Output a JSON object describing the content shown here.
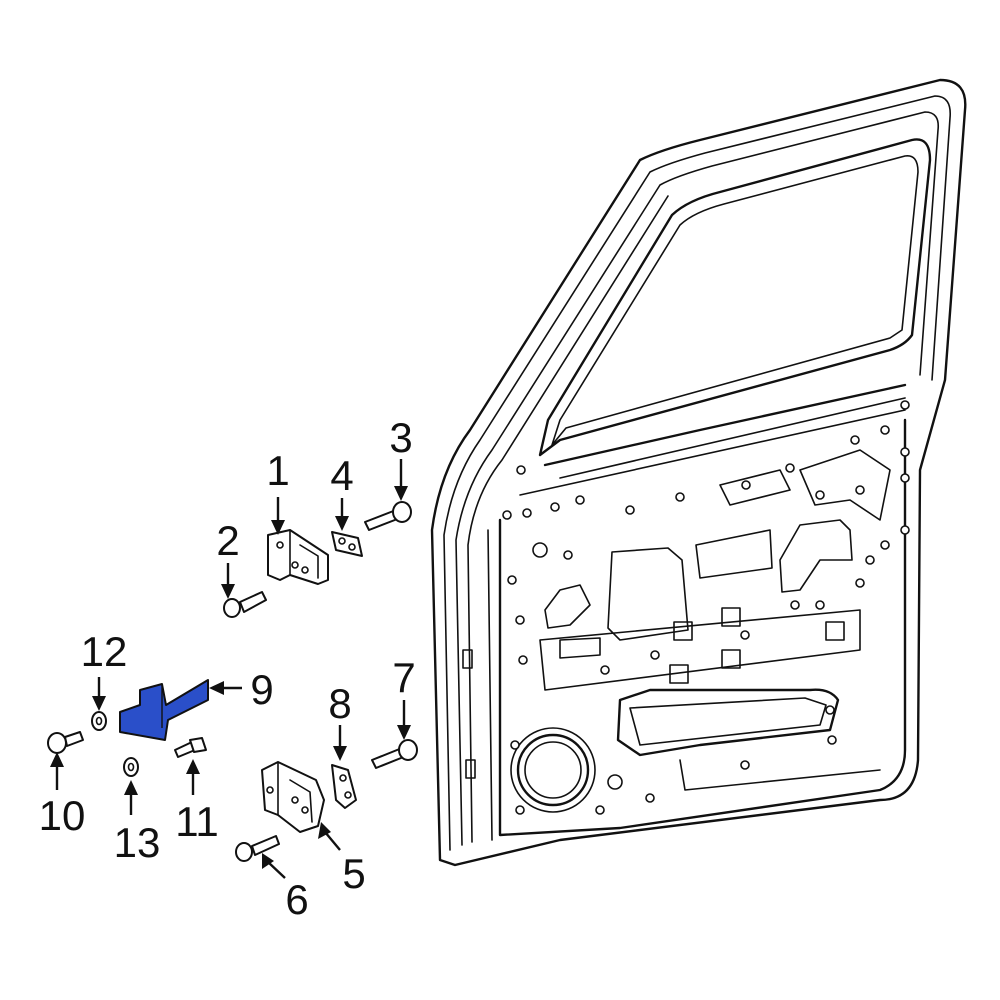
{
  "diagram": {
    "highlight_color": "#2a4fc9",
    "callouts": [
      {
        "id": "1",
        "label": "1"
      },
      {
        "id": "2",
        "label": "2"
      },
      {
        "id": "3",
        "label": "3"
      },
      {
        "id": "4",
        "label": "4"
      },
      {
        "id": "5",
        "label": "5"
      },
      {
        "id": "6",
        "label": "6"
      },
      {
        "id": "7",
        "label": "7"
      },
      {
        "id": "8",
        "label": "8"
      },
      {
        "id": "9",
        "label": "9"
      },
      {
        "id": "10",
        "label": "10"
      },
      {
        "id": "11",
        "label": "11"
      },
      {
        "id": "12",
        "label": "12"
      },
      {
        "id": "13",
        "label": "13"
      }
    ]
  }
}
